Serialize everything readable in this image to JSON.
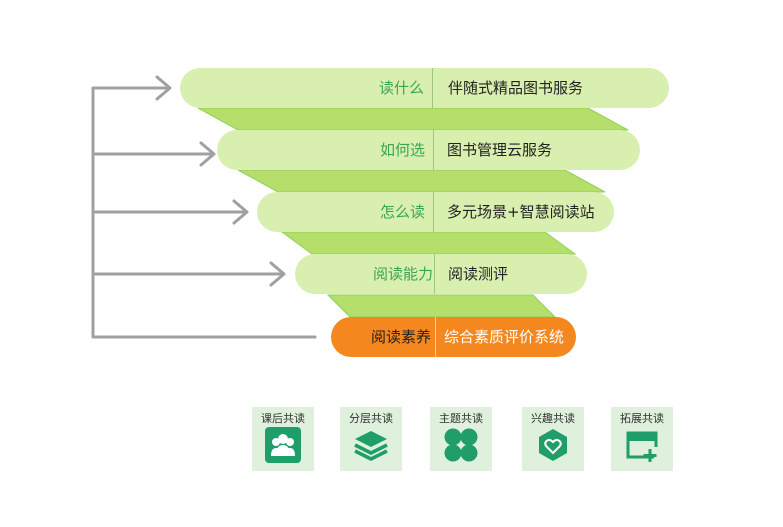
{
  "levels": [
    {
      "question": "读什么",
      "answer": "伴随式精品图书服务"
    },
    {
      "question": "如何选",
      "answer": "图书管理云服务"
    },
    {
      "question": "怎么读",
      "answer": "多元场景+智慧阅读站"
    },
    {
      "question": "阅读能力",
      "answer": "阅读测评"
    },
    {
      "question": "阅读素养",
      "answer": "综合素质评价系统"
    }
  ],
  "cards": [
    {
      "label": "课后共读",
      "icon": "people-icon"
    },
    {
      "label": "分层共读",
      "icon": "layers-icon"
    },
    {
      "label": "主题共读",
      "icon": "clover-icon"
    },
    {
      "label": "兴趣共读",
      "icon": "heart-hexagon-icon"
    },
    {
      "label": "拓展共读",
      "icon": "window-add-icon"
    }
  ],
  "colors": {
    "pill": "#d8efb0",
    "band": "#b6de6a",
    "band_edge": "#8fd15a",
    "final_pill": "#f5871f",
    "question_text": "#3aa655",
    "arrow": "#a0a0a0",
    "card_bg": "#dff0dc",
    "icon_green": "#1f9e6a"
  }
}
